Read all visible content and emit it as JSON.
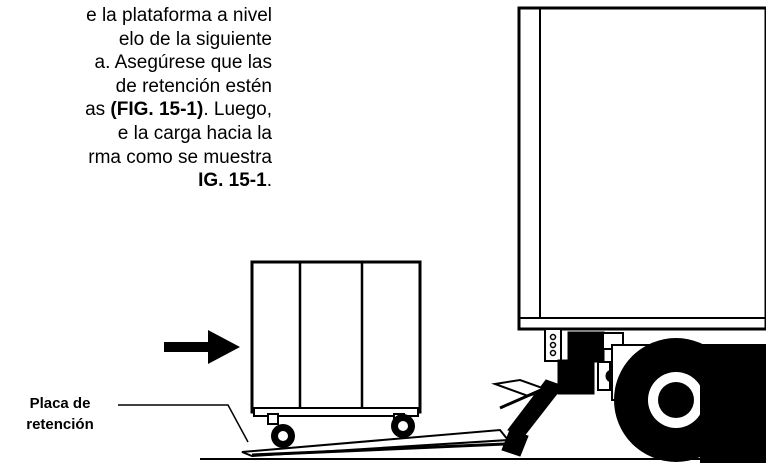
{
  "instructions": {
    "line1": "e la plataforma a nivel",
    "line2": "elo de la siguiente",
    "line3": "a. Asegúrese que las",
    "line4": "de retención estén",
    "line5_pre": "as ",
    "line5_bold": "(FIG. 15-1)",
    "line5_post": ". Luego,",
    "line6": "e la carga hacia la",
    "line7": "rma como se muestra",
    "line8_bold": "IG. 15-1",
    "line8_post": "."
  },
  "callout": {
    "line1": "Placa de",
    "line2": "retención"
  }
}
